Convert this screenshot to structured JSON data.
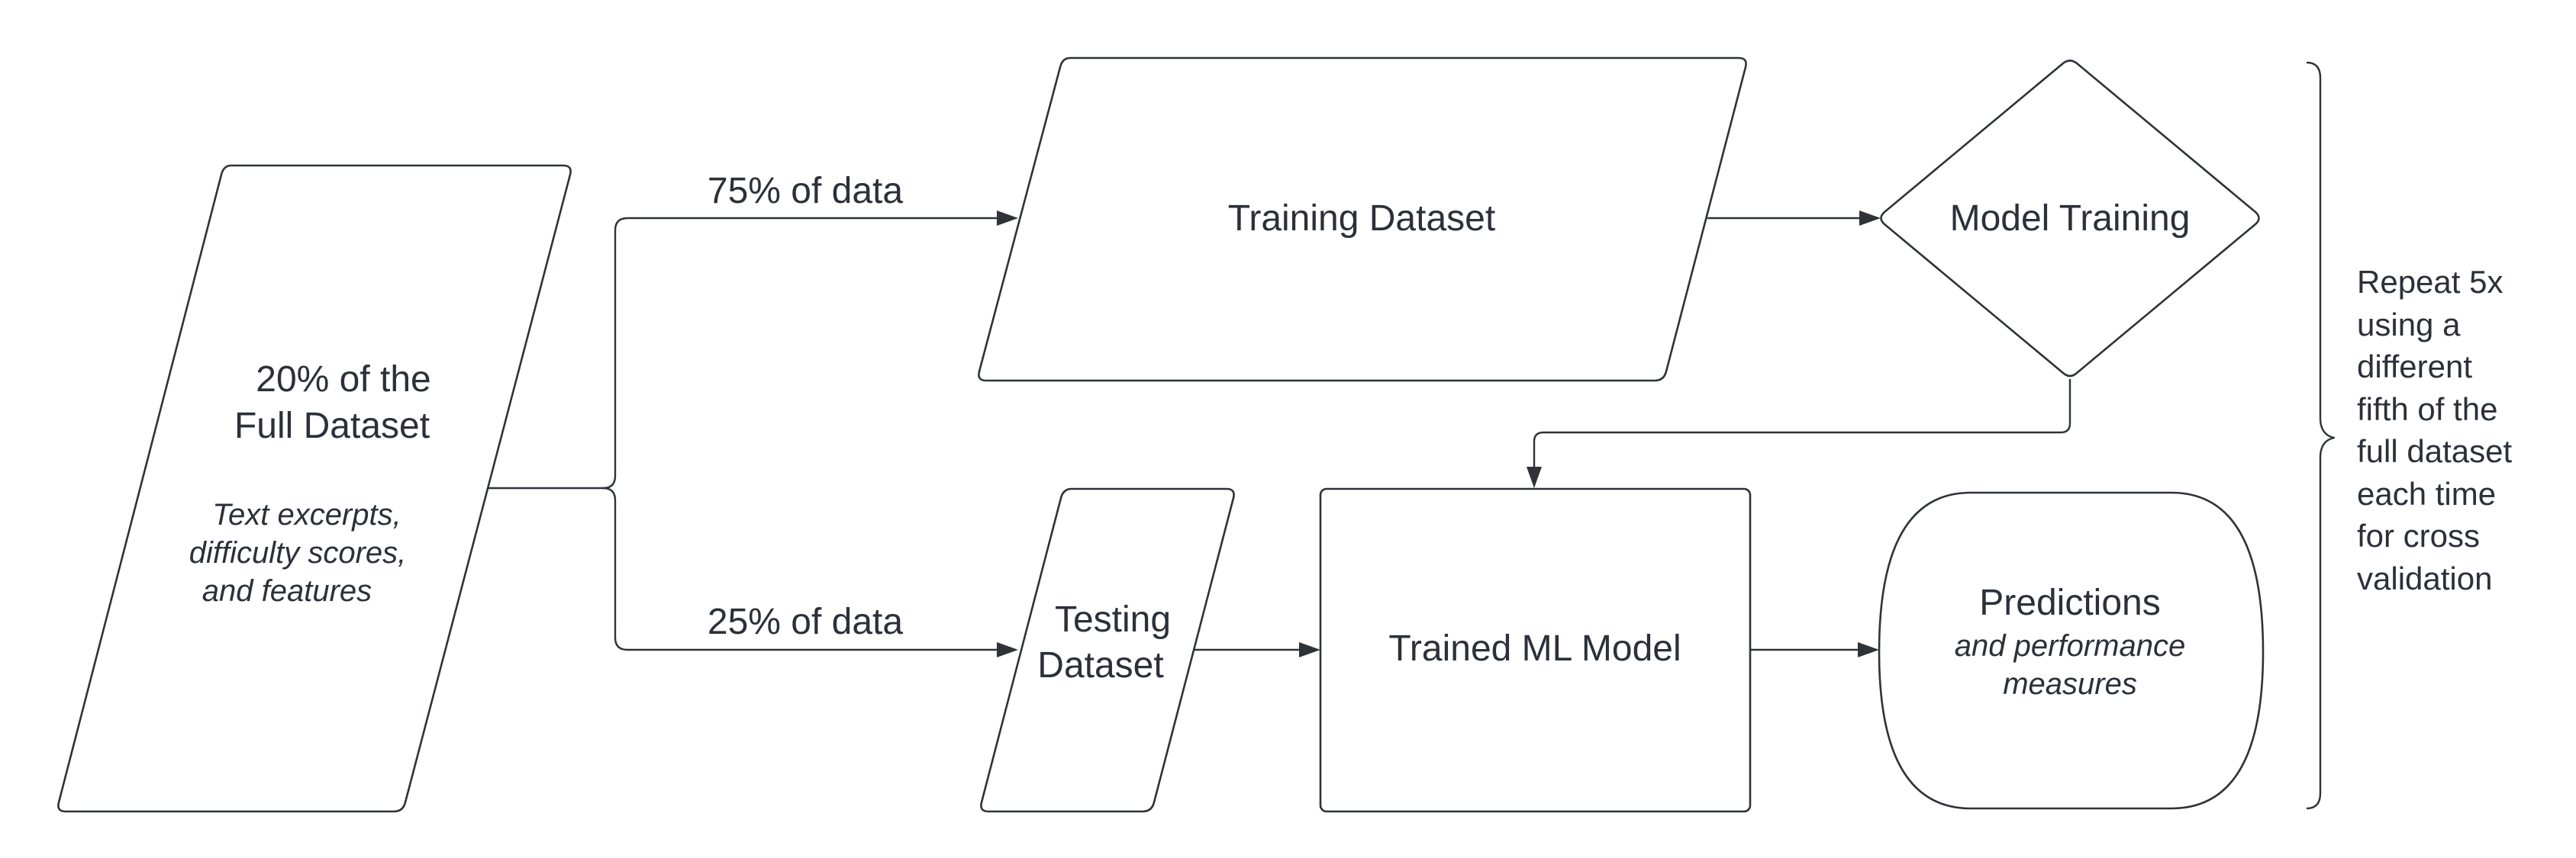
{
  "nodes": {
    "full_dataset": {
      "title_lines": [
        "20% of the",
        "Full Dataset"
      ],
      "subtitle_lines": [
        "Text excerpts,",
        "difficulty scores,",
        "and features"
      ]
    },
    "training_dataset": {
      "title_lines": [
        "Training Dataset"
      ]
    },
    "model_training": {
      "title_lines": [
        "Model Training"
      ]
    },
    "testing_dataset": {
      "title_lines": [
        "Testing",
        "Dataset"
      ]
    },
    "trained_model": {
      "title_lines": [
        "Trained ML Model"
      ]
    },
    "predictions": {
      "title_lines": [
        "Predictions"
      ],
      "subtitle_lines": [
        "and performance",
        "measures"
      ]
    }
  },
  "edges": {
    "to_training": {
      "label": "75% of data"
    },
    "to_testing": {
      "label": "25% of data"
    }
  },
  "note": {
    "lines": [
      "Repeat 5x",
      "using a",
      "different",
      "fifth of the",
      "full dataset",
      "each time",
      "for cross",
      "validation"
    ]
  }
}
